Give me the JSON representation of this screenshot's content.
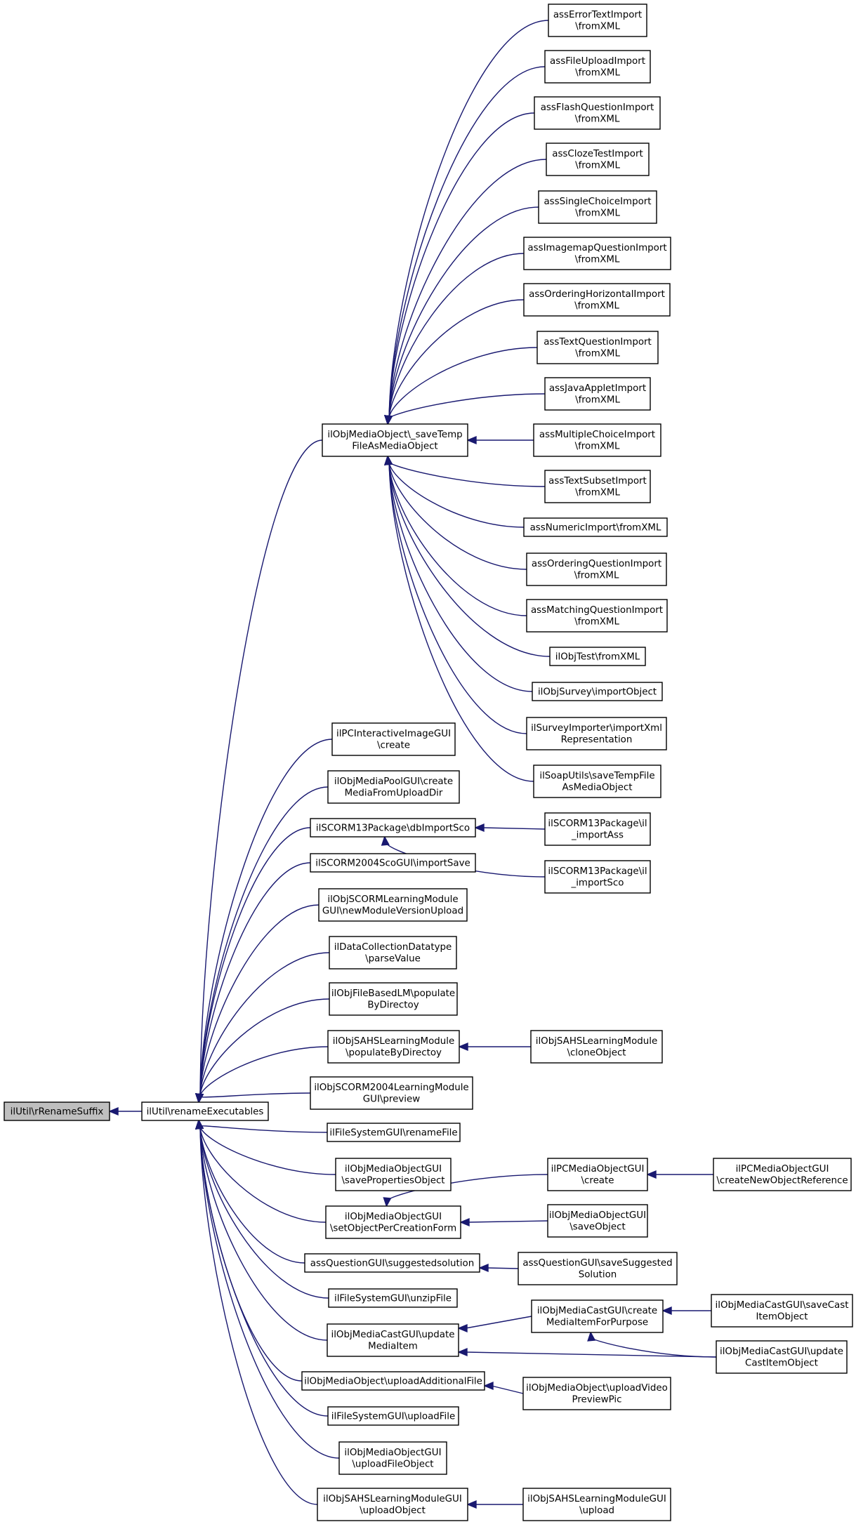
{
  "colors": {
    "edge": "#191970",
    "root_fill": "#bfbfbf",
    "node_fill": "#ffffff",
    "node_border": "#000000"
  },
  "nodes": [
    {
      "id": "n1",
      "lines": [
        "ilUtil\\rRenameSuffix"
      ],
      "root": true
    },
    {
      "id": "n2",
      "lines": [
        "ilUtil\\renameExecutables"
      ]
    },
    {
      "id": "n3",
      "lines": [
        "ilObjMediaObject\\_saveTemp",
        "FileAsMediaObject"
      ]
    },
    {
      "id": "n4",
      "lines": [
        "ilPCInteractiveImageGUI",
        "\\create"
      ]
    },
    {
      "id": "n5",
      "lines": [
        "ilObjMediaPoolGUI\\create",
        "MediaFromUploadDir"
      ]
    },
    {
      "id": "n6",
      "lines": [
        "ilSCORM13Package\\dbImportSco"
      ]
    },
    {
      "id": "n7",
      "lines": [
        "ilSCORM2004ScoGUI\\importSave"
      ]
    },
    {
      "id": "n8",
      "lines": [
        "ilObjSCORMLearningModule",
        "GUI\\newModuleVersionUpload"
      ]
    },
    {
      "id": "n9",
      "lines": [
        "ilDataCollectionDatatype",
        "\\parseValue"
      ]
    },
    {
      "id": "n10",
      "lines": [
        "ilObjFileBasedLM\\populate",
        "ByDirectoy"
      ]
    },
    {
      "id": "n11",
      "lines": [
        "ilObjSAHSLearningModule",
        "\\populateByDirectoy"
      ]
    },
    {
      "id": "n12",
      "lines": [
        "ilObjSCORM2004LearningModule",
        "GUI\\preview"
      ]
    },
    {
      "id": "n13",
      "lines": [
        "ilFileSystemGUI\\renameFile"
      ]
    },
    {
      "id": "n14",
      "lines": [
        "ilObjMediaObjectGUI",
        "\\savePropertiesObject"
      ]
    },
    {
      "id": "n15",
      "lines": [
        "ilObjMediaObjectGUI",
        "\\setObjectPerCreationForm"
      ]
    },
    {
      "id": "n16",
      "lines": [
        "assQuestionGUI\\suggestedsolution"
      ]
    },
    {
      "id": "n17",
      "lines": [
        "ilFileSystemGUI\\unzipFile"
      ]
    },
    {
      "id": "n18",
      "lines": [
        "ilObjMediaCastGUI\\update",
        "MediaItem"
      ]
    },
    {
      "id": "n19",
      "lines": [
        "ilObjMediaObject\\uploadAdditionalFile"
      ]
    },
    {
      "id": "n20",
      "lines": [
        "ilFileSystemGUI\\uploadFile"
      ]
    },
    {
      "id": "n21",
      "lines": [
        "ilObjMediaObjectGUI",
        "\\uploadFileObject"
      ]
    },
    {
      "id": "n22",
      "lines": [
        "ilObjSAHSLearningModuleGUI",
        "\\uploadObject"
      ]
    },
    {
      "id": "n23",
      "lines": [
        "assErrorTextImport",
        "\\fromXML"
      ]
    },
    {
      "id": "n24",
      "lines": [
        "assFileUploadImport",
        "\\fromXML"
      ]
    },
    {
      "id": "n25",
      "lines": [
        "assFlashQuestionImport",
        "\\fromXML"
      ]
    },
    {
      "id": "n26",
      "lines": [
        "assClozeTestImport",
        "\\fromXML"
      ]
    },
    {
      "id": "n27",
      "lines": [
        "assSingleChoiceImport",
        "\\fromXML"
      ]
    },
    {
      "id": "n28",
      "lines": [
        "assImagemapQuestionImport",
        "\\fromXML"
      ]
    },
    {
      "id": "n29",
      "lines": [
        "assOrderingHorizontalImport",
        "\\fromXML"
      ]
    },
    {
      "id": "n30",
      "lines": [
        "assTextQuestionImport",
        "\\fromXML"
      ]
    },
    {
      "id": "n31",
      "lines": [
        "assJavaAppletImport",
        "\\fromXML"
      ]
    },
    {
      "id": "n32",
      "lines": [
        "assMultipleChoiceImport",
        "\\fromXML"
      ]
    },
    {
      "id": "n33",
      "lines": [
        "assTextSubsetImport",
        "\\fromXML"
      ]
    },
    {
      "id": "n34",
      "lines": [
        "assNumericImport\\fromXML"
      ]
    },
    {
      "id": "n35",
      "lines": [
        "assOrderingQuestionImport",
        "\\fromXML"
      ]
    },
    {
      "id": "n36",
      "lines": [
        "assMatchingQuestionImport",
        "\\fromXML"
      ]
    },
    {
      "id": "n37",
      "lines": [
        "ilObjTest\\fromXML"
      ]
    },
    {
      "id": "n38",
      "lines": [
        "ilObjSurvey\\importObject"
      ]
    },
    {
      "id": "n39",
      "lines": [
        "ilSurveyImporter\\importXml",
        "Representation"
      ]
    },
    {
      "id": "n40",
      "lines": [
        "ilSoapUtils\\saveTempFile",
        "AsMediaObject"
      ]
    },
    {
      "id": "n41",
      "lines": [
        "ilSCORM13Package\\il",
        "_importAss"
      ]
    },
    {
      "id": "n42",
      "lines": [
        "ilSCORM13Package\\il",
        "_importSco"
      ]
    },
    {
      "id": "n43",
      "lines": [
        "ilObjSAHSLearningModule",
        "\\cloneObject"
      ]
    },
    {
      "id": "n44",
      "lines": [
        "ilPCMediaObjectGUI",
        "\\create"
      ]
    },
    {
      "id": "n45",
      "lines": [
        "ilPCMediaObjectGUI",
        "\\createNewObjectReference"
      ]
    },
    {
      "id": "n46",
      "lines": [
        "ilObjMediaObjectGUI",
        "\\saveObject"
      ]
    },
    {
      "id": "n47",
      "lines": [
        "assQuestionGUI\\saveSuggested",
        "Solution"
      ]
    },
    {
      "id": "n48",
      "lines": [
        "ilObjMediaCastGUI\\create",
        "MediaItemForPurpose"
      ]
    },
    {
      "id": "n49",
      "lines": [
        "ilObjMediaCastGUI\\saveCast",
        "ItemObject"
      ]
    },
    {
      "id": "n50",
      "lines": [
        "ilObjMediaCastGUI\\update",
        "CastItemObject"
      ]
    },
    {
      "id": "n51",
      "lines": [
        "ilObjMediaObject\\uploadVideo",
        "PreviewPic"
      ]
    },
    {
      "id": "n52",
      "lines": [
        "ilObjSAHSLearningModuleGUI",
        "\\upload"
      ]
    }
  ]
}
